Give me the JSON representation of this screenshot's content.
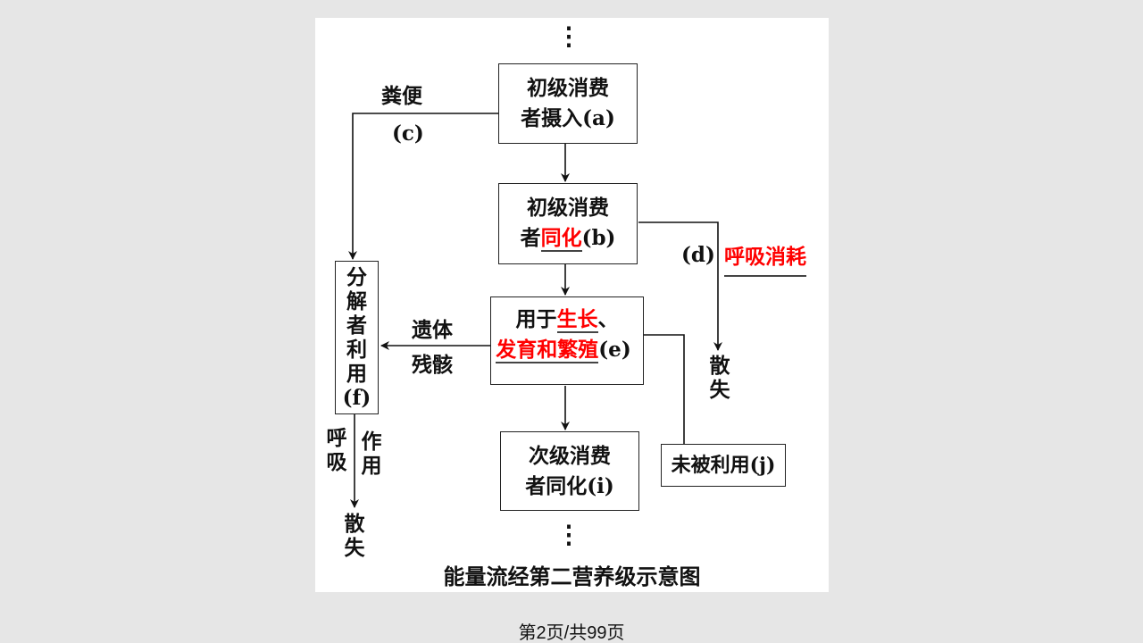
{
  "diagram": {
    "primary_intake": {
      "line1": "初级消费",
      "line2": "者摄入(a)"
    },
    "primary_assimilation": {
      "line1": "初级消费",
      "line2_prefix": "者",
      "highlight": "同化",
      "line2_suffix": "(b)"
    },
    "growth": {
      "prefix": "用于",
      "highlight1": "生长",
      "punct": "、",
      "highlight2": "发育和繁殖",
      "suffix": "(e)"
    },
    "secondary": {
      "line1": "次级消费",
      "line2": "者同化(i)"
    },
    "decomposer": {
      "chars": [
        "分",
        "解",
        "者",
        "利",
        "用",
        "(f)"
      ]
    },
    "unused": "未被利用(j)",
    "feces": {
      "label": "粪便",
      "code": "(c)"
    },
    "respiration": {
      "code": "(d)",
      "highlight": "呼吸消耗"
    },
    "remains": {
      "line1": "遗体",
      "line2": "残骸"
    },
    "dissipate_right": {
      "chars": [
        "散",
        "失"
      ]
    },
    "dissipate_left": {
      "chars": [
        "散",
        "失"
      ]
    },
    "resp_col1": {
      "chars": [
        "呼",
        "吸"
      ]
    },
    "resp_col2": {
      "chars": [
        "作",
        "用"
      ]
    },
    "ellipsis_top": "⋮",
    "ellipsis_bottom": "⋮",
    "caption": "能量流经第二营养级示意图"
  },
  "footer": {
    "page": "第2页/共99页"
  }
}
